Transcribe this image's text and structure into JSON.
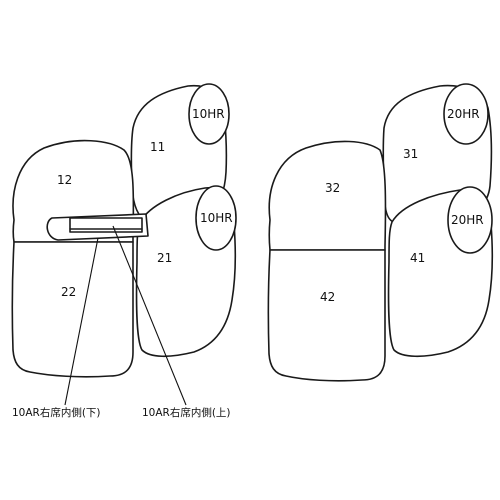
{
  "left_set": {
    "labels": {
      "p11": "11",
      "p12": "12",
      "p21": "21",
      "p22": "22",
      "head_upper": "10HR",
      "head_lower": "10HR"
    },
    "callouts": {
      "lower": "10AR右席内側(下)",
      "upper": "10AR右席内側(上)"
    }
  },
  "right_set": {
    "labels": {
      "p31": "31",
      "p32": "32",
      "p41": "41",
      "p42": "42",
      "head_upper": "20HR",
      "head_lower": "20HR"
    }
  }
}
